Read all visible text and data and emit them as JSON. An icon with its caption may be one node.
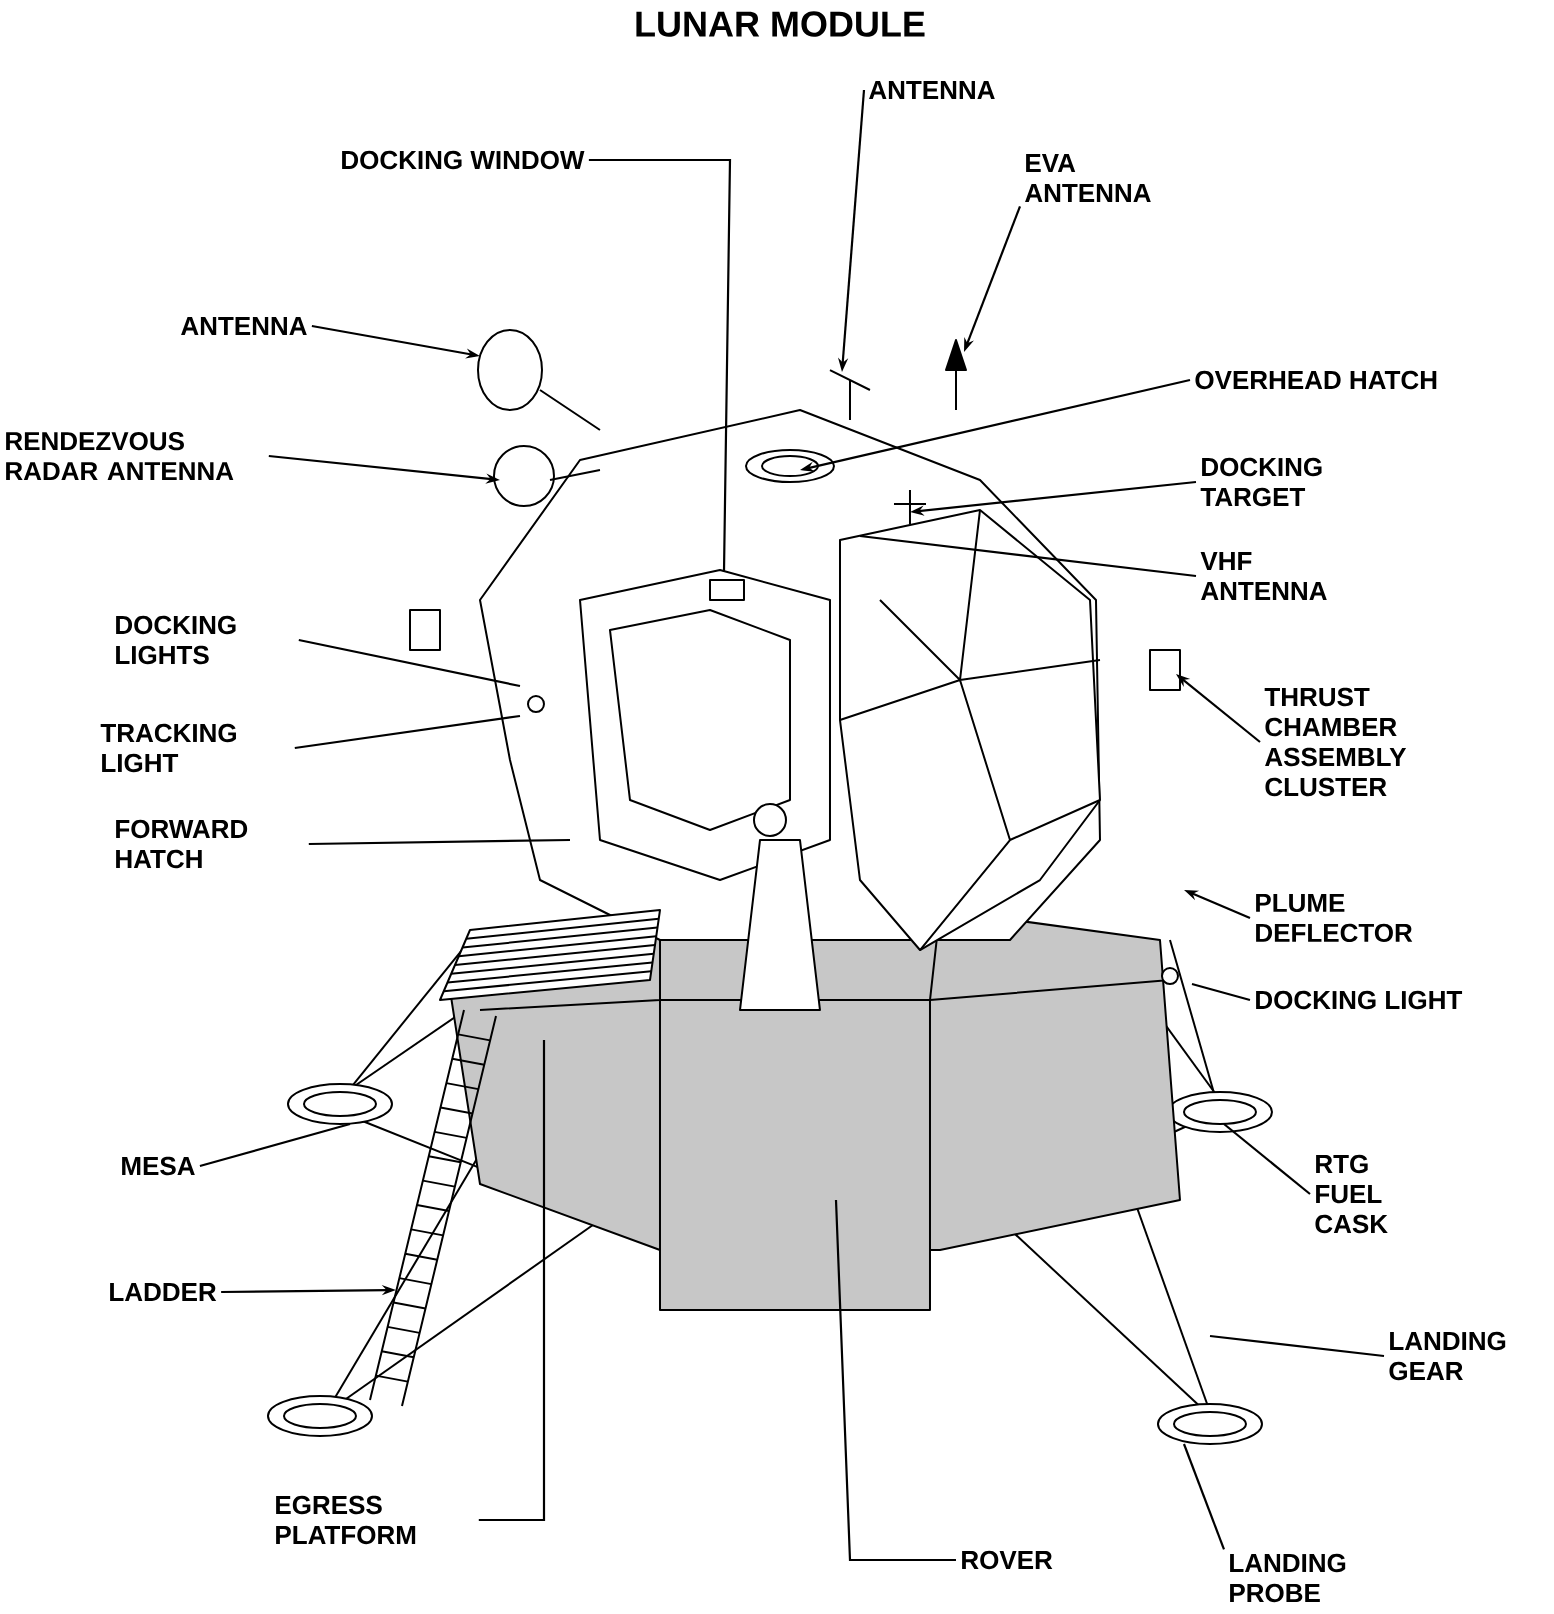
{
  "diagram": {
    "title": "LUNAR MODULE",
    "nodes": [
      {
        "text": [
          "ANTENNA"
        ]
      },
      {
        "text": [
          "DOCKING WINDOW"
        ]
      },
      {
        "text": [
          "EVA ANTENNA"
        ]
      },
      {
        "text": [
          "ANTENNA"
        ]
      },
      {
        "text": [
          "OVERHEAD HATCH"
        ]
      },
      {
        "text": [
          "RENDEZVOUS RADAR ANTENNA"
        ]
      },
      {
        "text": [
          "DOCKING TARGET"
        ]
      },
      {
        "text": [
          "VHF ANTENNA"
        ]
      },
      {
        "text": [
          "DOCKING LIGHTS"
        ]
      },
      {
        "text": [
          "THRUST CHAMBER ASSEMBLY CLUSTER"
        ]
      },
      {
        "text": [
          "TRACKING LIGHT"
        ]
      },
      {
        "text": [
          "FORWARD HATCH"
        ]
      },
      {
        "text": [
          "PLUME DEFLECTOR"
        ]
      },
      {
        "text": [
          "DOCKING LIGHT"
        ]
      },
      {
        "text": [
          "MESA"
        ]
      },
      {
        "text": [
          "RTG FUEL CASK"
        ]
      },
      {
        "text": [
          "LADDER"
        ]
      },
      {
        "text": [
          "LANDING GEAR"
        ]
      },
      {
        "text": [
          "EGRESS PLATFORM"
        ]
      },
      {
        "text": [
          "ROVER"
        ]
      },
      {
        "text": [
          "LANDING PROBE"
        ]
      }
    ],
    "edges": [
      {
        "from": 0,
        "to": null,
        "arrow": "to"
      },
      {
        "from": 1,
        "to": null,
        "arrow": "none"
      },
      {
        "from": 2,
        "to": null,
        "arrow": "to"
      },
      {
        "from": 3,
        "to": null,
        "arrow": "to"
      },
      {
        "from": 4,
        "to": null,
        "arrow": "to"
      },
      {
        "from": 5,
        "to": null,
        "arrow": "to"
      },
      {
        "from": 6,
        "to": null,
        "arrow": "to"
      },
      {
        "from": 7,
        "to": null,
        "arrow": "none"
      },
      {
        "from": 8,
        "to": null,
        "arrow": "none"
      },
      {
        "from": 9,
        "to": null,
        "arrow": "to"
      },
      {
        "from": 10,
        "to": null,
        "arrow": "none"
      },
      {
        "from": 11,
        "to": null,
        "arrow": "none"
      },
      {
        "from": 12,
        "to": null,
        "arrow": "to"
      },
      {
        "from": 13,
        "to": null,
        "arrow": "none"
      },
      {
        "from": 14,
        "to": null,
        "arrow": "none"
      },
      {
        "from": 15,
        "to": null,
        "arrow": "none"
      },
      {
        "from": 16,
        "to": null,
        "arrow": "to"
      },
      {
        "from": 17,
        "to": null,
        "arrow": "none"
      },
      {
        "from": 18,
        "to": null,
        "arrow": "none"
      },
      {
        "from": 19,
        "to": null,
        "arrow": "none"
      },
      {
        "from": 20,
        "to": null,
        "arrow": "none"
      }
    ]
  }
}
